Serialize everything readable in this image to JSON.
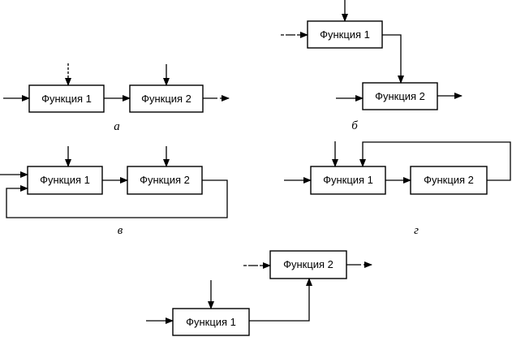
{
  "diagram": {
    "a": {
      "caption": "а",
      "box1": "Функция 1",
      "box2": "Функция 2"
    },
    "b": {
      "caption": "б",
      "box1": "Функция 1",
      "box2": "Функция 2"
    },
    "v": {
      "caption": "в",
      "box1": "Функция 1",
      "box2": "Функция 2"
    },
    "g": {
      "caption": "г",
      "box1": "Функция 1",
      "box2": "Функция 2"
    },
    "d": {
      "box1": "Функция 1",
      "box2": "Функция 2"
    }
  }
}
